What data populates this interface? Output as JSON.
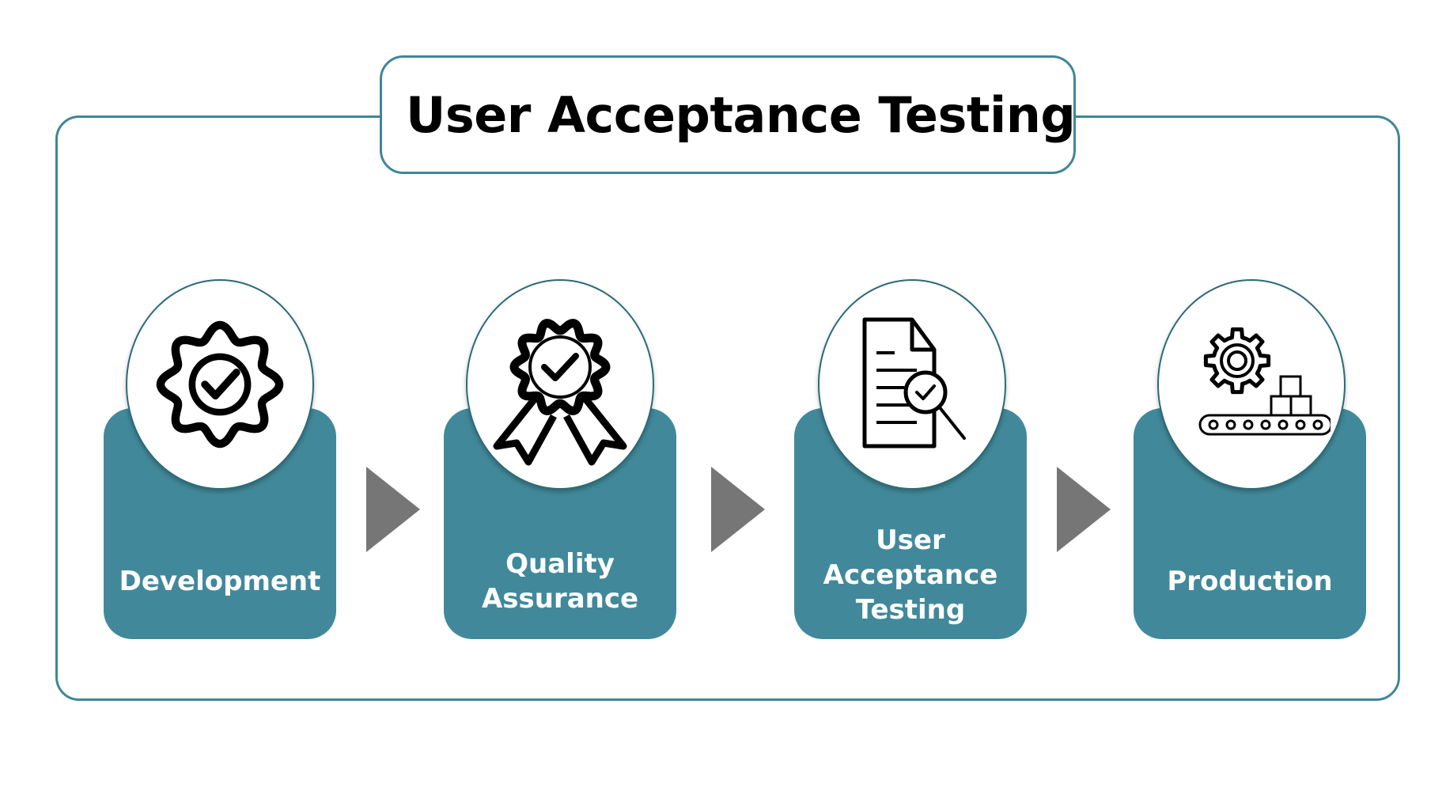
{
  "title": "User Acceptance Testing",
  "colors": {
    "frame": "#3f8797",
    "card": "#41899a",
    "circle_border": "#2c6b78",
    "arrow": "#767676",
    "label": "#ffffff",
    "title": "#000000"
  },
  "stages": [
    {
      "label_lines": [
        "Development"
      ],
      "icon": "gear-checkmark-icon"
    },
    {
      "label_lines": [
        "Quality",
        "Assurance"
      ],
      "icon": "award-ribbon-icon"
    },
    {
      "label_lines": [
        "User",
        "Acceptance",
        "Testing"
      ],
      "icon": "document-magnifier-icon"
    },
    {
      "label_lines": [
        "Production"
      ],
      "icon": "gear-conveyor-icon"
    }
  ]
}
